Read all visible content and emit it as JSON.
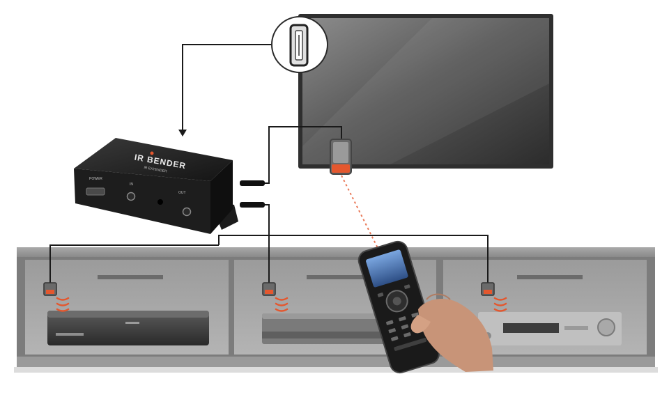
{
  "ir_hub": {
    "brand": "IR BENDER",
    "subtitle": "IR EXTENDER",
    "ports": [
      "POWER",
      "IN",
      "OUT"
    ]
  },
  "colors": {
    "accent": "#e4572e",
    "cable": "#1a1a1a",
    "tv_frame": "#555555",
    "cabinet": "#8d8d8d"
  },
  "icons": [
    "ir-receiver-icon",
    "ir-emitter-icon",
    "ir-signal-waves-icon",
    "remote-control-icon",
    "hand-icon"
  ]
}
